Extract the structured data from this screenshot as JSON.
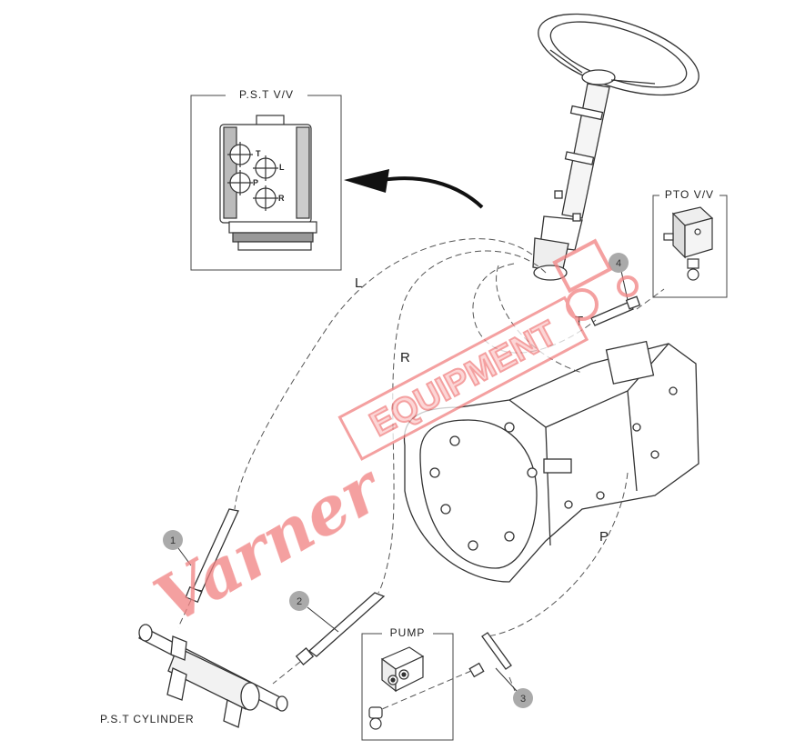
{
  "boxes": {
    "pst_valve": "P.S.T V/V",
    "pto_valve": "PTO V/V",
    "pump": "PUMP"
  },
  "labels": {
    "pst_cylinder": "P.S.T CYLINDER",
    "line_L": "L",
    "line_R": "R",
    "line_T": "T",
    "line_P": "P"
  },
  "valve_ports": {
    "t": "T",
    "l": "L",
    "p": "P",
    "r": "R"
  },
  "callouts": [
    "1",
    "2",
    "3",
    "4"
  ],
  "watermark": {
    "script": "Varner",
    "block": "EQUIPMENT",
    "color": "#f08080"
  }
}
